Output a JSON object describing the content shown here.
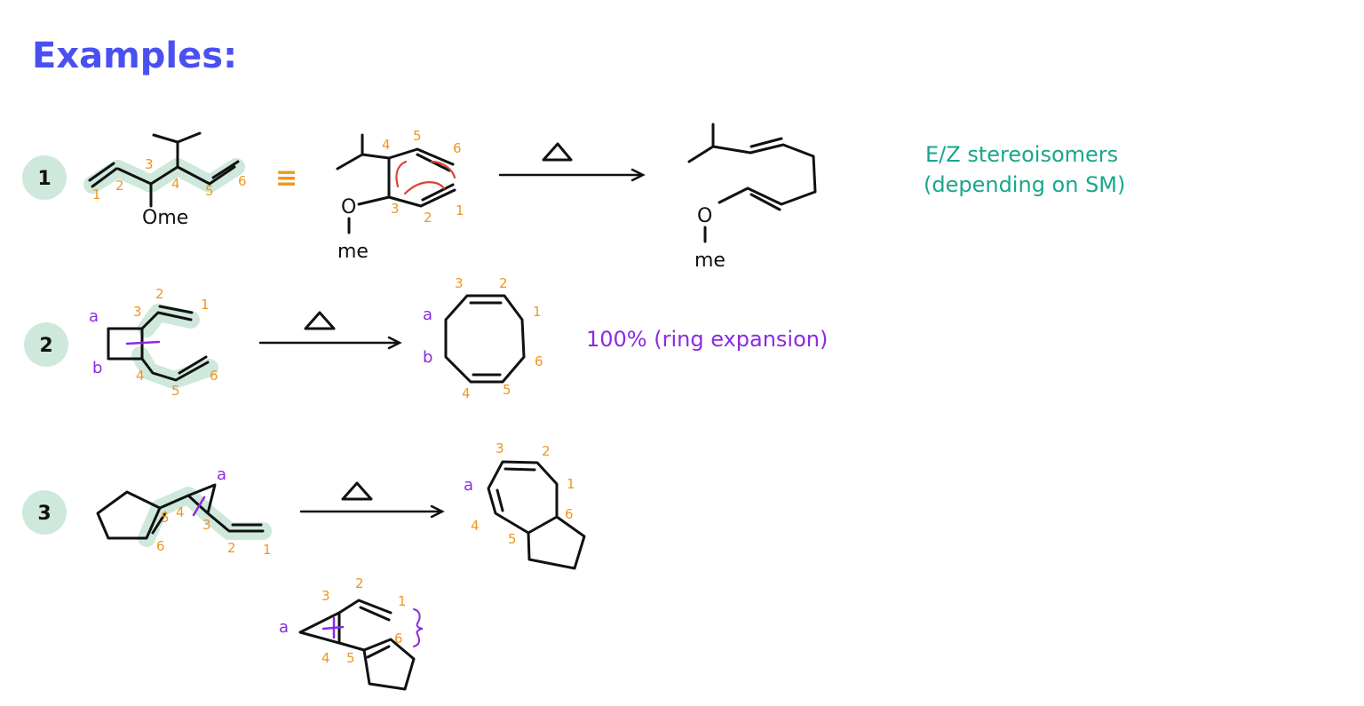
{
  "title": "Examples:",
  "examples": [
    {
      "number": "1",
      "equivalence": "≡",
      "condition": "Δ",
      "atoms": {
        "methoxy_inline": "Ome",
        "o": "O",
        "me": "me",
        "product_o": "O",
        "product_me": "me"
      },
      "labels": [
        "1",
        "2",
        "3",
        "4",
        "5",
        "6"
      ],
      "note": "E/Z stereoisomers",
      "note_line2": "(depending on SM)"
    },
    {
      "number": "2",
      "condition": "Δ",
      "ring_labels": [
        "a",
        "b"
      ],
      "labels": [
        "1",
        "2",
        "3",
        "4",
        "5",
        "6"
      ],
      "note": "100% (ring expansion)"
    },
    {
      "number": "3",
      "condition": "Δ",
      "ring_labels": [
        "a"
      ],
      "labels": [
        "1",
        "2",
        "3",
        "4",
        "5",
        "6"
      ]
    }
  ],
  "colors": {
    "title": "#4a50f0",
    "highlight": "#cfe8dc",
    "numbering": "#f0961e",
    "ring_label": "#8a2be2",
    "note_teal": "#1aa68c",
    "electron_arrows": "#e2412e"
  }
}
